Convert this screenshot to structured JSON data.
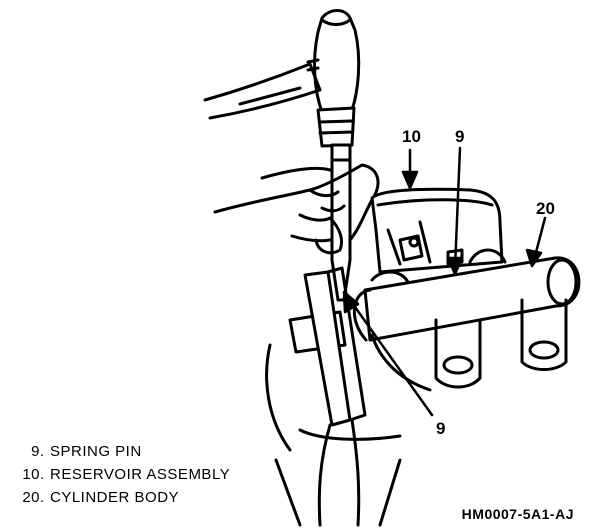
{
  "callouts": [
    {
      "id": "c10",
      "text": "10"
    },
    {
      "id": "c9top",
      "text": "9"
    },
    {
      "id": "c20",
      "text": "20"
    },
    {
      "id": "c9bottom",
      "text": "9"
    }
  ],
  "legend": [
    {
      "num": "9",
      "label": "SPRING PIN"
    },
    {
      "num": "10",
      "label": "RESERVOIR ASSEMBLY"
    },
    {
      "num": "20",
      "label": "CYLINDER BODY"
    }
  ],
  "figure_code": "HM0007-5A1-AJ"
}
